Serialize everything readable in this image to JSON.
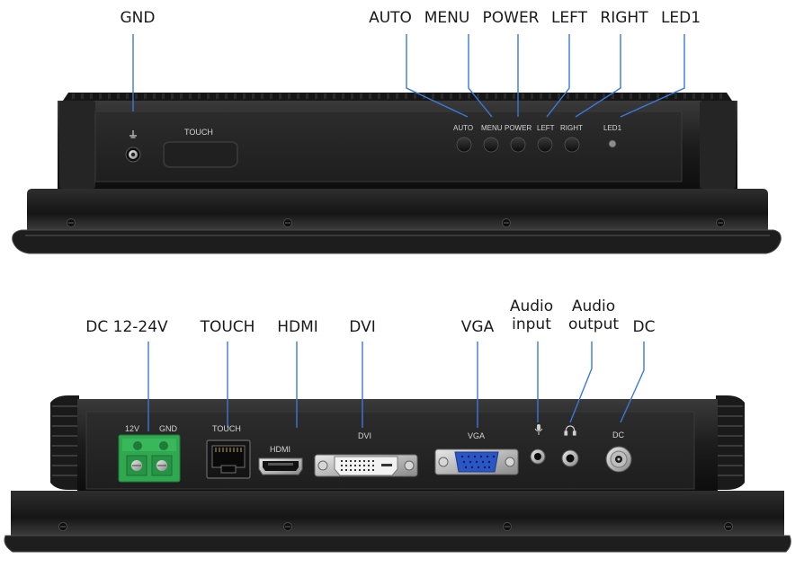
{
  "top_callouts": {
    "gnd": "GND",
    "auto": "AUTO",
    "menu": "MENU",
    "power": "POWER",
    "left": "LEFT",
    "right": "RIGHT",
    "led1": "LED1"
  },
  "top_panel": {
    "touch": "TOUCH",
    "auto": "AUTO",
    "menu": "MENU",
    "power": "POWER",
    "left": "LEFT",
    "right": "RIGHT",
    "led1": "LED1"
  },
  "bottom_callouts": {
    "dc_range": "DC 12-24V",
    "touch": "TOUCH",
    "hdmi": "HDMI",
    "dvi": "DVI",
    "vga": "VGA",
    "audio_input": [
      "Audio",
      "input"
    ],
    "audio_output": [
      "Audio",
      "output"
    ],
    "dc": "DC"
  },
  "bottom_panel": {
    "v12": "12V",
    "gnd": "GND",
    "touch": "TOUCH",
    "hdmi": "HDMI",
    "dvi": "DVI",
    "vga": "VGA",
    "dc": "DC"
  },
  "colors": {
    "leader_line": "#3a78d8",
    "chassis": "#1b1b1b",
    "panel": "#2a2a2a",
    "terminal_green": "#2fa84f",
    "vga_blue": "#2a56c6"
  }
}
